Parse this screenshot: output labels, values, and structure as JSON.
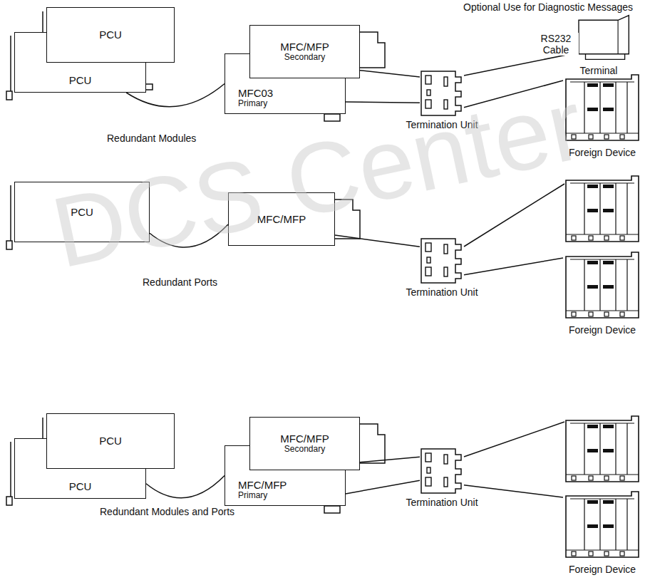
{
  "diagram": {
    "nodes": [
      {
        "text": [
          "PCU"
        ]
      },
      {
        "text": [
          "PCU"
        ]
      },
      {
        "text": [
          "MFC/MFP",
          "Secondary"
        ]
      },
      {
        "text": [
          "MFC03",
          "Primary"
        ]
      },
      {
        "text": [
          "Termination Unit"
        ]
      },
      {
        "text": [
          "Terminal"
        ]
      },
      {
        "text": [
          "Foreign Device"
        ]
      },
      {
        "text": [
          "PCU"
        ]
      },
      {
        "text": [
          "MFC/MFP"
        ]
      },
      {
        "text": [
          "Termination Unit"
        ]
      },
      {
        "text": [
          "Foreign Device"
        ]
      },
      {
        "text": [
          "PCU"
        ]
      },
      {
        "text": [
          "PCU"
        ]
      },
      {
        "text": [
          "MFC/MFP",
          "Secondary"
        ]
      },
      {
        "text": [
          "MFC/MFP",
          "Primary"
        ]
      },
      {
        "text": [
          "Termination Unit"
        ]
      },
      {
        "text": [
          "Foreign Device"
        ]
      }
    ],
    "edges": [
      {
        "from": 1,
        "to": 3,
        "arrow": "none"
      },
      {
        "from": 2,
        "to": 4,
        "arrow": "none"
      },
      {
        "from": 3,
        "to": 4,
        "arrow": "none"
      },
      {
        "from": 4,
        "to": 5,
        "arrow": "none",
        "label": "RS232 Cable"
      },
      {
        "from": 4,
        "to": 6,
        "arrow": "none"
      },
      {
        "from": 7,
        "to": 8,
        "arrow": "none"
      },
      {
        "from": 8,
        "to": 9,
        "arrow": "none"
      },
      {
        "from": 9,
        "to": 10,
        "arrow": "none"
      },
      {
        "from": 12,
        "to": 14,
        "arrow": "none"
      },
      {
        "from": 13,
        "to": 15,
        "arrow": "none"
      },
      {
        "from": 14,
        "to": 15,
        "arrow": "none"
      },
      {
        "from": 15,
        "to": 16,
        "arrow": "none"
      }
    ],
    "labels": [
      "Optional Use for Diagnostic Messages",
      "Redundant Modules",
      "Redundant Ports",
      "Redundant Modules and Ports",
      "DCS Center"
    ]
  }
}
